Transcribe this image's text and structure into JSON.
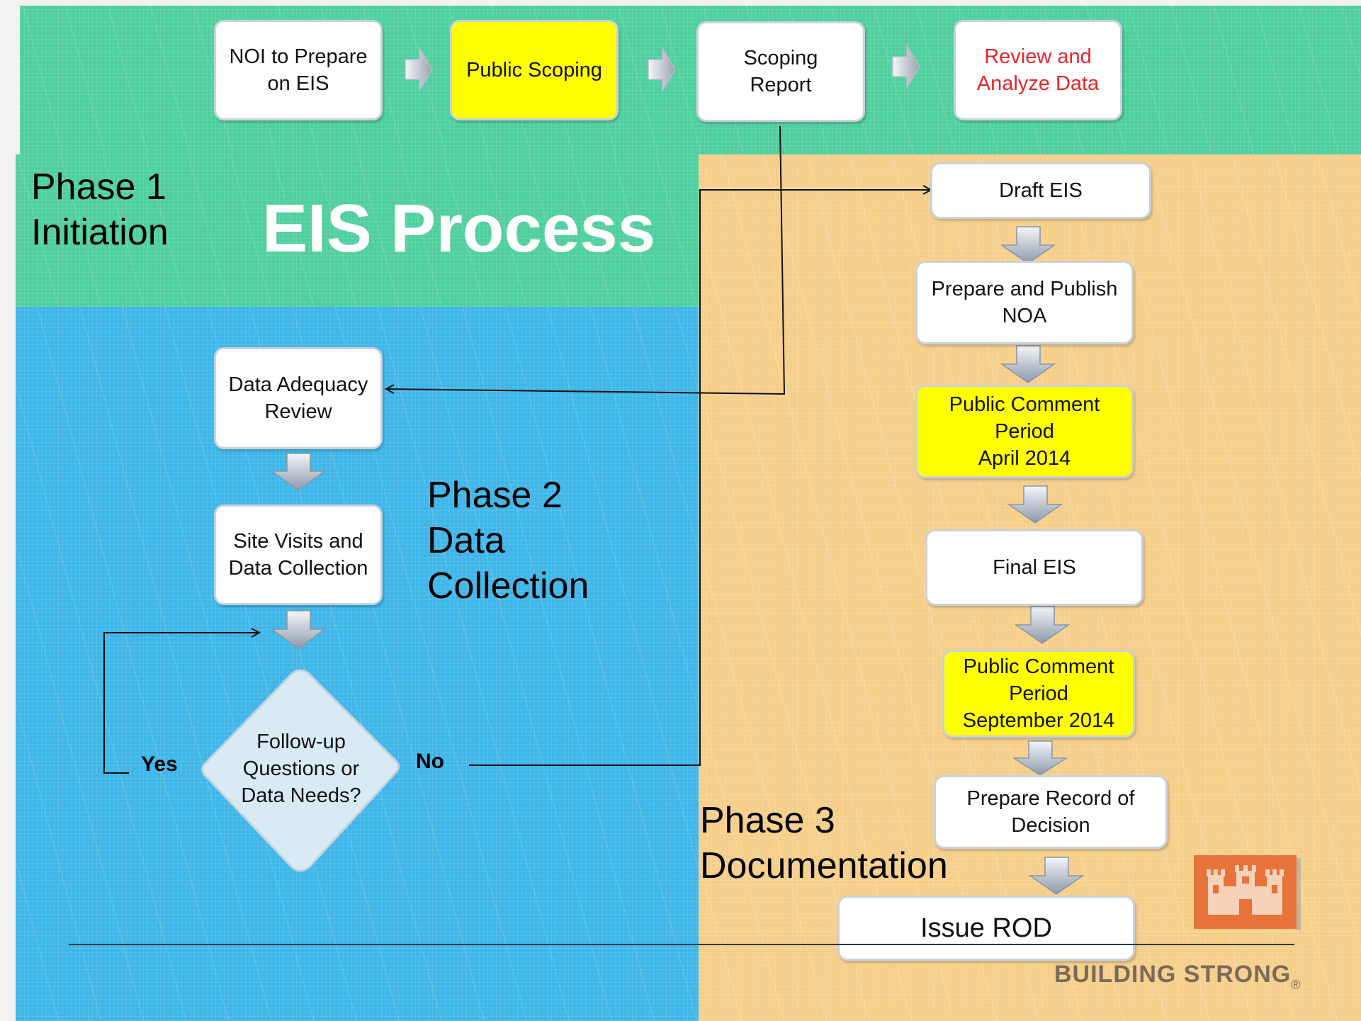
{
  "title": "EIS Process",
  "phases": {
    "p1": "Phase 1\nInitiation",
    "p2": "Phase 2\nData\nCollection",
    "p3": "Phase 3\nDocumentation"
  },
  "top_flow": [
    "NOI to Prepare\non EIS",
    "Public Scoping",
    "Scoping\nReport",
    "Review and\nAnalyze Data"
  ],
  "phase2_steps": [
    "Data Adequacy\nReview",
    "Site Visits and\nData Collection"
  ],
  "decision": {
    "question": "Follow-up\nQuestions or\nData Needs?",
    "yes": "Yes",
    "no": "No"
  },
  "phase3_steps": [
    "Draft EIS",
    "Prepare and Publish\nNOA",
    "Public Comment\nPeriod\nApril 2014",
    "Final EIS",
    "Public Comment\nPeriod\nSeptember 2014",
    "Prepare Record of\nDecision",
    "Issue ROD"
  ],
  "footer": {
    "tagline": "BUILDING STRONG",
    "registered": "®"
  },
  "colors": {
    "initiation_band": "#4fcf9e",
    "data_collection_band": "#3fb6e8",
    "documentation_band": "#f5cf8a",
    "highlight": "#ffff00",
    "review_text": "#e8242a",
    "logo": "#e8733a"
  }
}
